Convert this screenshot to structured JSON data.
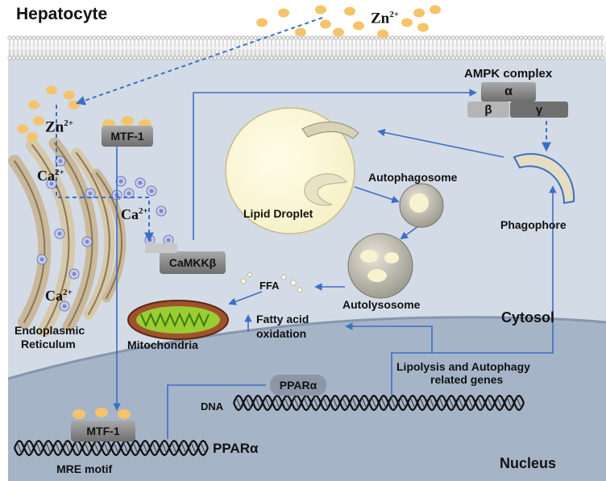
{
  "title": "Hepatocyte",
  "ions": {
    "zn_top": "Zn",
    "zn_left": "Zn",
    "ca_er1": "Ca",
    "ca_cyto": "Ca",
    "ca_er2": "Ca",
    "zn_charge": "2+",
    "ca_charge": "2+"
  },
  "proteins": {
    "mtf1_top": "MTF-1",
    "mtf1_bottom": "MTF-1",
    "camkk": "CaMKKβ",
    "ampk_title": "AMPK complex",
    "alpha": "α",
    "beta": "β",
    "gamma": "γ",
    "ppar_box": "PPARα"
  },
  "organelles": {
    "lipid_droplet": "Lipid Droplet",
    "autophagosome": "Autophagosome",
    "phagophore": "Phagophore",
    "autolysosome": "Autolysosome",
    "ffa": "FFA",
    "mitochondria": "Mitochondria",
    "er_line1": "Endoplasmic",
    "er_line2": "Reticulum"
  },
  "processes": {
    "fatty_acid_line1": "Fatty acid",
    "fatty_acid_line2": "oxidation",
    "genes_line1": "Lipolysis and Autophagy",
    "genes_line2": "related genes"
  },
  "dna": {
    "dna_label": "DNA",
    "ppar_gene": "PPARα",
    "mre": "MRE motif"
  },
  "regions": {
    "cytosol": "Cytosol",
    "nucleus": "Nucleus"
  },
  "colors": {
    "arrow": "#3d6fc4",
    "zinc": "#f5c46a",
    "calcium": "#9aa6d6",
    "cytoplasm": "#d3dbe6",
    "nucleus": "#a9b6c9",
    "protein_box": "#8a8a8a"
  }
}
